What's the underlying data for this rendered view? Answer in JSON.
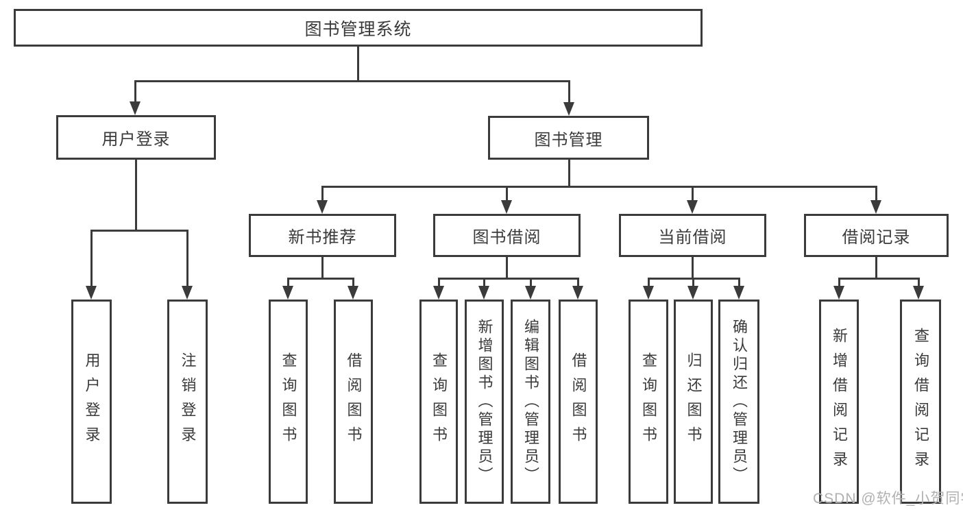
{
  "tree": {
    "root": {
      "label": "图书管理系统",
      "children": [
        {
          "label": "用户登录",
          "children": [
            {
              "label": "用户登录"
            },
            {
              "label": "注销登录"
            }
          ]
        },
        {
          "label": "图书管理",
          "children": [
            {
              "label": "新书推荐",
              "children": [
                {
                  "label": "查询图书"
                },
                {
                  "label": "借阅图书"
                }
              ]
            },
            {
              "label": "图书借阅",
              "children": [
                {
                  "label": "查询图书"
                },
                {
                  "label": "新增图书（管理员）"
                },
                {
                  "label": "编辑图书（管理员）"
                },
                {
                  "label": "借阅图书"
                }
              ]
            },
            {
              "label": "当前借阅",
              "children": [
                {
                  "label": "查询图书"
                },
                {
                  "label": "归还图书"
                },
                {
                  "label": "确认归还（管理员）"
                }
              ]
            },
            {
              "label": "借阅记录",
              "children": [
                {
                  "label": "新增借阅记录"
                },
                {
                  "label": "查询借阅记录"
                }
              ]
            }
          ]
        }
      ]
    }
  },
  "watermark": {
    "text": "CSDN @软件_小贺同学"
  },
  "colors": {
    "line": "#3b3b3b",
    "text": "#3a3a3a",
    "watermark": "#b0b0b0",
    "background": "#ffffff"
  }
}
